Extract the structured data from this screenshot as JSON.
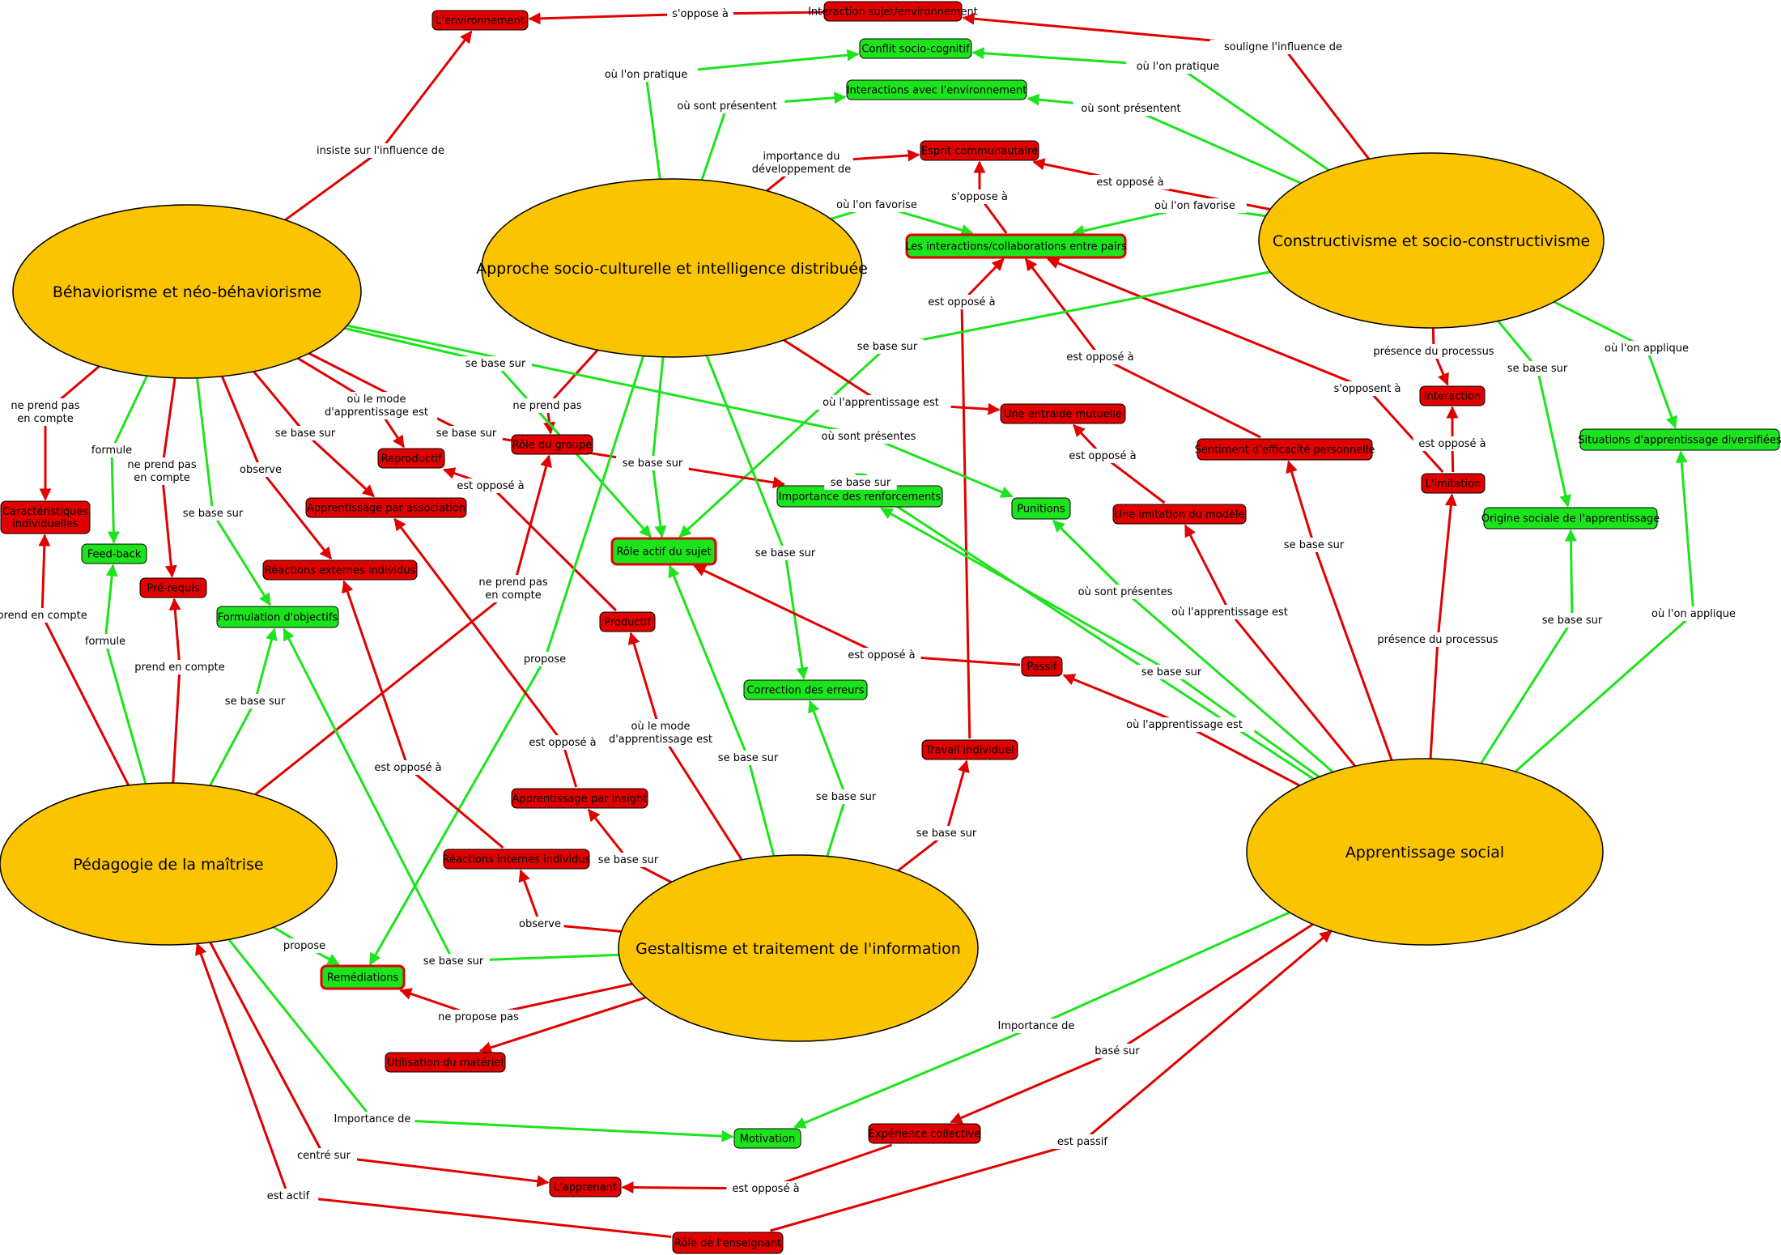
{
  "colors": {
    "red": "#e00000",
    "green": "#1ce41c",
    "orange": "#fbc400",
    "white": "#ffffff"
  },
  "concepts": [
    {
      "id": "behav",
      "label": "Béhaviorisme et néo-béhaviorisme",
      "kind": "main"
    },
    {
      "id": "socio",
      "label": "Approche socio-culturelle et intelligence distribuée",
      "kind": "main"
    },
    {
      "id": "constr",
      "label": "Constructivisme et socio-constructivisme",
      "kind": "main"
    },
    {
      "id": "peda",
      "label": "Pédagogie de la maîtrise",
      "kind": "main"
    },
    {
      "id": "gestalt",
      "label": "Gestaltisme et traitement de l'information",
      "kind": "main"
    },
    {
      "id": "social",
      "label": "Apprentissage social",
      "kind": "main"
    },
    {
      "id": "env",
      "label": "L'environnement",
      "kind": "red"
    },
    {
      "id": "isubj",
      "label": "Interaction sujet/environnement",
      "kind": "red"
    },
    {
      "id": "conflit",
      "label": "Conflit socio-cognitif",
      "kind": "green"
    },
    {
      "id": "interenv",
      "label": "Interactions avec l'environnement",
      "kind": "green"
    },
    {
      "id": "esprit",
      "label": "Esprit communautaire",
      "kind": "red"
    },
    {
      "id": "collab",
      "label": "Les interactions/collaborations entre pairs",
      "kind": "green",
      "bordered": true
    },
    {
      "id": "entraide",
      "label": "Une entraide mutuelle",
      "kind": "red"
    },
    {
      "id": "interaction",
      "label": "Interaction",
      "kind": "red"
    },
    {
      "id": "situations",
      "label": "Situations d'apprentissage diversifiées",
      "kind": "green"
    },
    {
      "id": "sentiment",
      "label": "Sentiment d'efficacité personnelle",
      "kind": "red"
    },
    {
      "id": "imitation",
      "label": "L'imitation",
      "kind": "red"
    },
    {
      "id": "origine",
      "label": "Origine sociale de l'apprentissage",
      "kind": "green"
    },
    {
      "id": "imimod",
      "label": "Une imitation du modèle",
      "kind": "red"
    },
    {
      "id": "punitions",
      "label": "Punitions",
      "kind": "green"
    },
    {
      "id": "renforc",
      "label": "Importance des renforcements",
      "kind": "green"
    },
    {
      "id": "rolegroupe",
      "label": "Rôle du groupe",
      "kind": "red"
    },
    {
      "id": "reproductif",
      "label": "Reproductif",
      "kind": "red"
    },
    {
      "id": "apassoc",
      "label": "Apprentissage par association",
      "kind": "red"
    },
    {
      "id": "caract",
      "label": [
        "Caractéristiques",
        "individuelles"
      ],
      "kind": "red"
    },
    {
      "id": "feedback",
      "label": "Feed-back",
      "kind": "green"
    },
    {
      "id": "prereq",
      "label": "Pré-requis",
      "kind": "red"
    },
    {
      "id": "reacext",
      "label": "Réactions externes individus",
      "kind": "red"
    },
    {
      "id": "formul",
      "label": "Formulation d'objectifs",
      "kind": "green"
    },
    {
      "id": "roleactif",
      "label": "Rôle actif du sujet",
      "kind": "green",
      "bordered": true
    },
    {
      "id": "productif",
      "label": "Productif",
      "kind": "red"
    },
    {
      "id": "passif",
      "label": "Passif",
      "kind": "red"
    },
    {
      "id": "correction",
      "label": "Correction des erreurs",
      "kind": "green"
    },
    {
      "id": "travail",
      "label": "Travail individuel",
      "kind": "red"
    },
    {
      "id": "insight",
      "label": "Apprentissage par insight",
      "kind": "red"
    },
    {
      "id": "reacint",
      "label": "Réactions internes individus",
      "kind": "red"
    },
    {
      "id": "remed",
      "label": "Remédiations",
      "kind": "green",
      "bordered": true
    },
    {
      "id": "materiel",
      "label": "Utilisation du matériel",
      "kind": "red"
    },
    {
      "id": "motivation",
      "label": "Motivation",
      "kind": "green"
    },
    {
      "id": "expcoll",
      "label": "Expérience collective",
      "kind": "red"
    },
    {
      "id": "apprenant",
      "label": "L'apprenant",
      "kind": "red"
    },
    {
      "id": "roleens",
      "label": "Rôle de l'enseignant",
      "kind": "red"
    }
  ],
  "links": [
    {
      "label": "s'oppose à",
      "color": "red"
    },
    {
      "label": "souligne l'influence de",
      "color": "red"
    },
    {
      "label": "insiste sur l'influence de",
      "color": "red"
    },
    {
      "label": "où l'on pratique",
      "color": "green"
    },
    {
      "label": "où l'on pratique",
      "color": "green"
    },
    {
      "label": "où sont présentent",
      "color": "green"
    },
    {
      "label": "où sont présentent",
      "color": "green"
    },
    {
      "label": [
        "importance du",
        "développement de"
      ],
      "color": "red"
    },
    {
      "label": "est opposé à",
      "color": "red"
    },
    {
      "label": "s'oppose à",
      "color": "red"
    },
    {
      "label": "où l'on favorise",
      "color": "green"
    },
    {
      "label": "où l'on favorise",
      "color": "green"
    },
    {
      "label": "est opposé à",
      "color": "red"
    },
    {
      "label": "est opposé à",
      "color": "red"
    },
    {
      "label": "s'opposent à",
      "color": "red"
    },
    {
      "label": "présence du processus",
      "color": "red"
    },
    {
      "label": "est opposé à",
      "color": "red"
    },
    {
      "label": "se base sur",
      "color": "green"
    },
    {
      "label": "où l'on applique",
      "color": "green"
    },
    {
      "label": "se base sur",
      "color": "green"
    },
    {
      "label": "où l'apprentissage est",
      "color": "red"
    },
    {
      "label": "est opposé à",
      "color": "red"
    },
    {
      "label": "ne prend pas",
      "color": "red"
    },
    {
      "label": "se base sur",
      "color": "red"
    },
    {
      "label": "se base sur",
      "color": "green"
    },
    {
      "label": "où sont présentes",
      "color": "green"
    },
    {
      "label": [
        "ne prend pas",
        "en compte"
      ],
      "color": "red"
    },
    {
      "label": "formule",
      "color": "green"
    },
    {
      "label": [
        "ne prend pas",
        "en compte"
      ],
      "color": "red"
    },
    {
      "label": "se base sur",
      "color": "green"
    },
    {
      "label": "observe",
      "color": "red"
    },
    {
      "label": "se base sur",
      "color": "red"
    },
    {
      "label": [
        "où le mode",
        "d'apprentissage est"
      ],
      "color": "red"
    },
    {
      "label": "se base sur",
      "color": "green"
    },
    {
      "label": "se base sur",
      "color": "green"
    },
    {
      "label": "est opposé à",
      "color": "red"
    },
    {
      "label": "prend en compte",
      "color": "red"
    },
    {
      "label": "formule",
      "color": "green"
    },
    {
      "label": "prend en compte",
      "color": "red"
    },
    {
      "label": "se base sur",
      "color": "green"
    },
    {
      "label": [
        "ne prend pas",
        "en compte"
      ],
      "color": "red"
    },
    {
      "label": "propose",
      "color": "green"
    },
    {
      "label": "se base sur",
      "color": "green"
    },
    {
      "label": "est opposé à",
      "color": "red"
    },
    {
      "label": "est opposé à",
      "color": "red"
    },
    {
      "label": [
        "où le mode",
        "d'apprentissage est"
      ],
      "color": "red"
    },
    {
      "label": "se base sur",
      "color": "green"
    },
    {
      "label": "se base sur",
      "color": "green"
    },
    {
      "label": "se base sur",
      "color": "red"
    },
    {
      "label": "se base sur",
      "color": "red"
    },
    {
      "label": "observe",
      "color": "red"
    },
    {
      "label": "se base sur",
      "color": "green"
    },
    {
      "label": "ne propose pas",
      "color": "red"
    },
    {
      "label": "propose",
      "color": "green"
    },
    {
      "label": "est opposé à",
      "color": "red"
    },
    {
      "label": "où l'apprentissage est",
      "color": "red"
    },
    {
      "label": "où sont présentes",
      "color": "green"
    },
    {
      "label": "se base sur",
      "color": "green"
    },
    {
      "label": "où l'apprentissage est",
      "color": "red"
    },
    {
      "label": "se base sur",
      "color": "red"
    },
    {
      "label": "présence du processus",
      "color": "red"
    },
    {
      "label": "se base sur",
      "color": "green"
    },
    {
      "label": "où l'on applique",
      "color": "green"
    },
    {
      "label": "Importance de",
      "color": "green"
    },
    {
      "label": "basé sur",
      "color": "red"
    },
    {
      "label": "est passif",
      "color": "red"
    },
    {
      "label": "est opposé à",
      "color": "red"
    },
    {
      "label": "Importance de",
      "color": "green"
    },
    {
      "label": "centré sur",
      "color": "red"
    },
    {
      "label": "est actif",
      "color": "red"
    },
    {
      "label": "",
      "color": "red"
    }
  ]
}
